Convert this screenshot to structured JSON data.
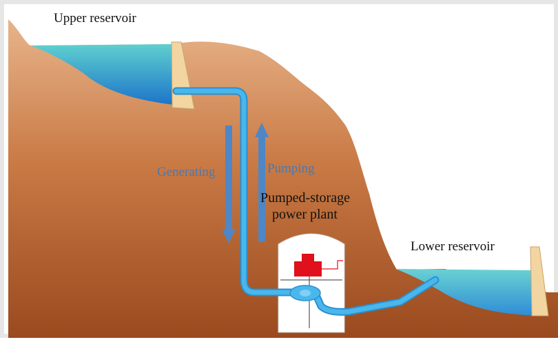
{
  "labels": {
    "upper_reservoir": "Upper reservoir",
    "lower_reservoir": "Lower reservoir",
    "generating": "Generating",
    "pumping": "Pumping",
    "plant_line1": "Pumped-storage",
    "plant_line2": "power plant"
  },
  "colors": {
    "frame": "#e6e6e6",
    "water": "#3aa9e0",
    "pipe": "#4ab7ec",
    "arrow": "#4f86c6",
    "generator": "#e0101c",
    "dam": "#f2d5a0",
    "label_blue": "#4a79b0"
  },
  "icons": {
    "generator": "generator-icon",
    "turbine": "turbine-icon"
  }
}
